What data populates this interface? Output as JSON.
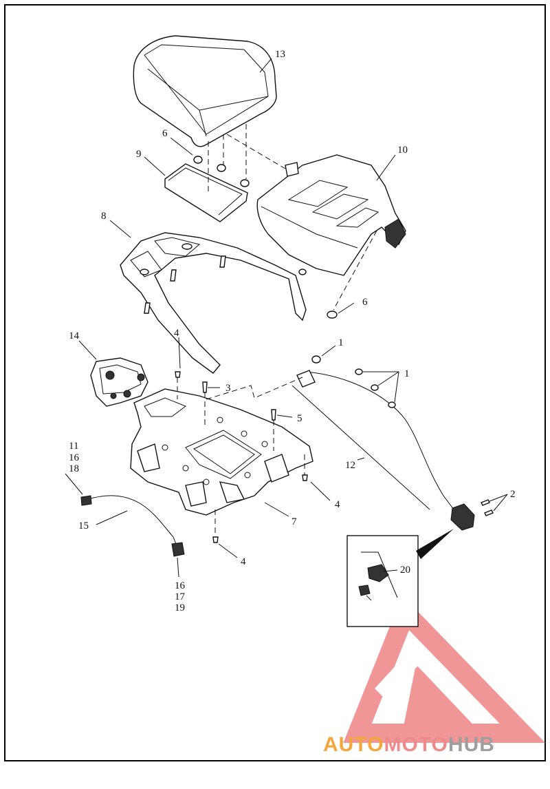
{
  "callouts": {
    "c13": "13",
    "c6a": "6",
    "c9": "9",
    "c10": "10",
    "c8": "8",
    "c6b": "6",
    "c14": "14",
    "c4a": "4",
    "c1a": "1",
    "c1b": "1",
    "c3": "3",
    "c5": "5",
    "c11": "11",
    "c16a": "16",
    "c18": "18",
    "c12": "12",
    "c2": "2",
    "c4b": "4",
    "c7": "7",
    "c15": "15",
    "c4c": "4",
    "c20": "20",
    "c16b": "16",
    "c17": "17",
    "c19": "19"
  },
  "watermark": {
    "part1": "AUTO",
    "part2": "MOTO",
    "part3": "HUB",
    "colors": {
      "auto": "#f2a63c",
      "moto": "#ef8a8a",
      "hub": "#9e9e9e",
      "logo": "#f08b8b"
    }
  }
}
